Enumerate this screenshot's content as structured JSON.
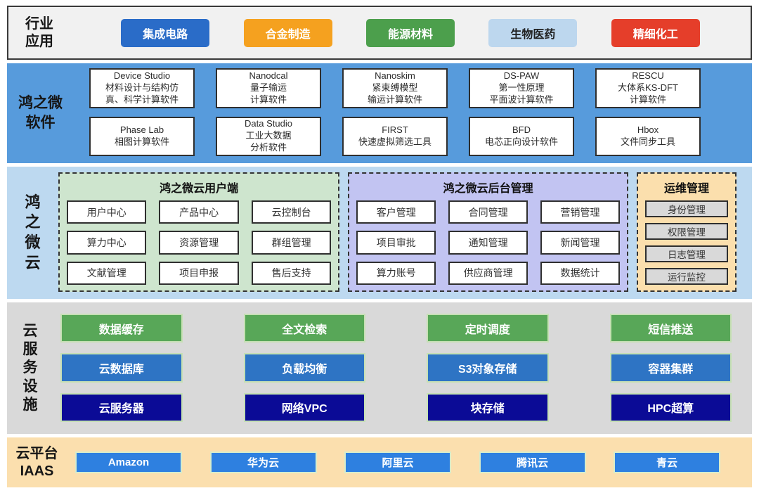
{
  "palette": {
    "industry_section_bg": "#f1f1f1",
    "software_section_bg": "#579bdc",
    "cloud_section_bg": "#bdd9f0",
    "services_section_bg": "#d9d9d9",
    "iaas_section_bg": "#fbdfae",
    "user_group_bg": "#cee5ce",
    "admin_group_bg": "#c2c4f2",
    "ops_group_bg": "#fbdfad",
    "ops_item_bg": "#d9d9d9",
    "iaas_button_bg": "#2e80e0"
  },
  "industry": {
    "label_lines": [
      "行业",
      "应用"
    ],
    "items": [
      {
        "label": "集成电路",
        "bg": "#2a6cc8",
        "color": "#ffffff"
      },
      {
        "label": "合金制造",
        "bg": "#f5a11f",
        "color": "#ffffff"
      },
      {
        "label": "能源材料",
        "bg": "#4c9f4c",
        "color": "#ffffff"
      },
      {
        "label": "生物医药",
        "bg": "#bdd7ee",
        "color": "#1f1f1f"
      },
      {
        "label": "精细化工",
        "bg": "#e53e2a",
        "color": "#ffffff"
      }
    ]
  },
  "software": {
    "label_lines": [
      "鸿之微",
      "软件"
    ],
    "rows": [
      [
        {
          "name": "Device Studio",
          "desc": [
            "材料设计与结构仿",
            "真、科学计算软件"
          ]
        },
        {
          "name": "Nanodcal",
          "desc": [
            "量子输运",
            "计算软件"
          ]
        },
        {
          "name": "Nanoskim",
          "desc": [
            "紧束缚模型",
            "输运计算软件"
          ]
        },
        {
          "name": "DS-PAW",
          "desc": [
            "第一性原理",
            "平面波计算软件"
          ]
        },
        {
          "name": "RESCU",
          "desc": [
            "大体系KS-DFT",
            "计算软件"
          ]
        }
      ],
      [
        {
          "name": "Phase Lab",
          "desc": [
            "相图计算软件"
          ]
        },
        {
          "name": "Data Studio",
          "desc": [
            "工业大数据",
            "分析软件"
          ]
        },
        {
          "name": "FIRST",
          "desc": [
            "快速虚拟筛选工具"
          ]
        },
        {
          "name": "BFD",
          "desc": [
            "电芯正向设计软件"
          ]
        },
        {
          "name": "Hbox",
          "desc": [
            "文件同步工具"
          ]
        }
      ]
    ]
  },
  "cloud": {
    "label_chars": [
      "鸿",
      "之",
      "微",
      "云"
    ],
    "user": {
      "title": "鸿之微云用户端",
      "items": [
        "用户中心",
        "产品中心",
        "云控制台",
        "算力中心",
        "资源管理",
        "群组管理",
        "文献管理",
        "项目申报",
        "售后支持"
      ]
    },
    "admin": {
      "title": "鸿之微云后台管理",
      "items": [
        "客户管理",
        "合同管理",
        "营销管理",
        "项目审批",
        "通知管理",
        "新闻管理",
        "算力账号",
        "供应商管理",
        "数据统计"
      ]
    },
    "ops": {
      "title": "运维管理",
      "items": [
        "身份管理",
        "权限管理",
        "日志管理",
        "运行监控"
      ]
    }
  },
  "services": {
    "label_chars": [
      "云",
      "服",
      "务",
      "设",
      "施"
    ],
    "rows": [
      {
        "bg": "#58a758",
        "items": [
          "数据缓存",
          "全文检索",
          "定时调度",
          "短信推送"
        ]
      },
      {
        "bg": "#2e74c4",
        "items": [
          "云数据库",
          "负载均衡",
          "S3对象存储",
          "容器集群"
        ]
      },
      {
        "bg": "#0b0b96",
        "items": [
          "云服务器",
          "网络VPC",
          "块存储",
          "HPC超算"
        ]
      }
    ]
  },
  "iaas": {
    "label_lines": [
      "云平台",
      "IAAS"
    ],
    "items": [
      "Amazon",
      "华为云",
      "阿里云",
      "腾讯云",
      "青云"
    ]
  }
}
